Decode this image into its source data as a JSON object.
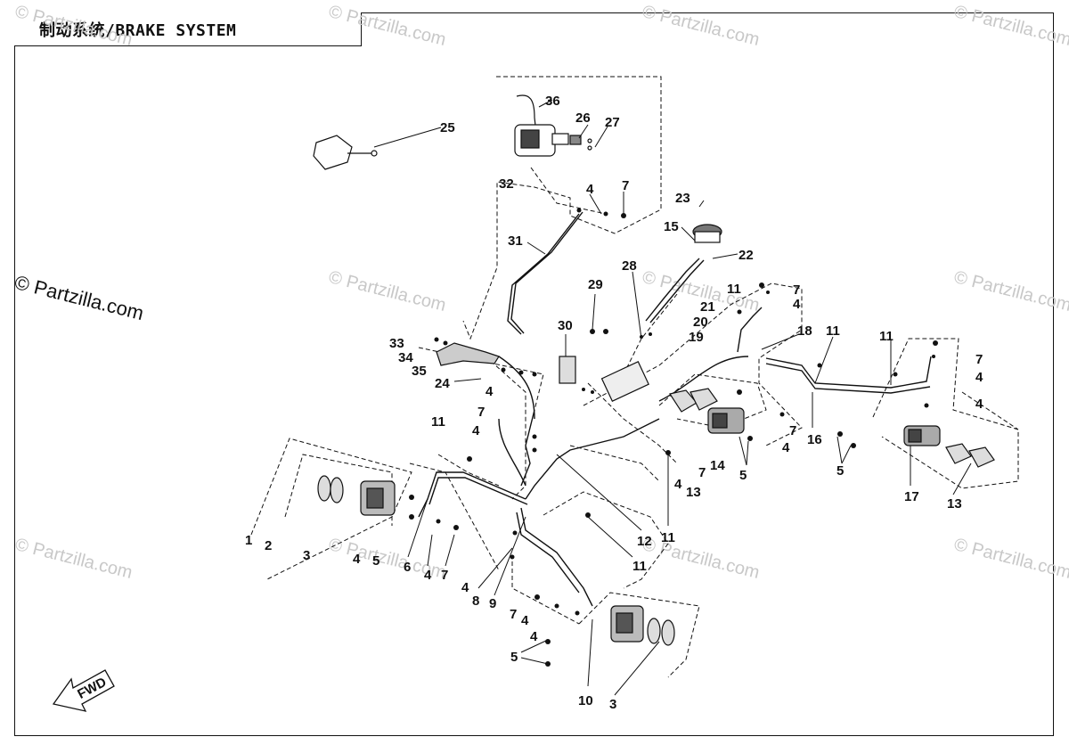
{
  "title": "制动系统/BRAKE SYSTEM",
  "copyright": "© Partzilla.com",
  "watermark_text": "© Partzilla.com",
  "fwd_label": "FWD",
  "part_numbers": [
    "1",
    "2",
    "3",
    "4",
    "5",
    "6",
    "7",
    "8",
    "9",
    "10",
    "11",
    "12",
    "13",
    "14",
    "15",
    "16",
    "17",
    "18",
    "19",
    "20",
    "21",
    "22",
    "23",
    "24",
    "25",
    "26",
    "27",
    "28",
    "29",
    "30",
    "31",
    "32",
    "33",
    "34",
    "35",
    "36"
  ],
  "line_color": "#111111",
  "watermark_color": "#c8c8c8"
}
